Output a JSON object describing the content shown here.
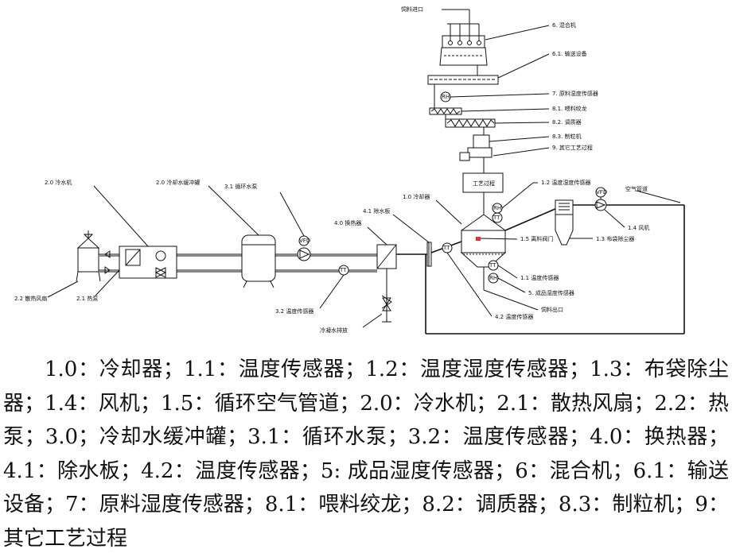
{
  "labels": {
    "feed_inlet": "饲料进口",
    "mixer": "6. 混合机",
    "conveyor": "6.1. 输送设备",
    "raw_sensor": "7. 原料湿度传感器",
    "feed_auger": "8.1. 喂料绞龙",
    "conditioner": "8.2. 调质器",
    "pellet_mill": "8.3. 制粒机",
    "other_process": "9. 其它工艺过程",
    "process_box": "工艺过程",
    "temp_hum_sensor": "1.2 温度湿度传感器",
    "air_duct": "空气管道",
    "fan": "1.4 风机",
    "bag_filter": "1.3 布袋除尘器",
    "feed_valve": "1.5 离料阀门",
    "cooler": "1.0 冷却器",
    "water_plate": "4.1 除水板",
    "heat_exchanger": "4.0 换热器",
    "pump": "3.1 循环水泵",
    "buffer_tank": "2.0 冷却水缓冲罐",
    "chiller": "2.0 冷水机",
    "radiator_fan": "2.2 散热风扇",
    "heat_pump": "2.1 热泵",
    "temp_sensor_32": "3.2 温度传感器",
    "drain": "冷凝水排放",
    "temp_sensor_42": "4.2 温度传感器",
    "temp_sensor_11": "1.1 温度传感器",
    "product_sensor": "5. 成品湿度传感器",
    "feed_outlet": "饲料出口"
  },
  "tags": {
    "rh": "RH",
    "rh_temp": "RH",
    "t": "TT",
    "vfd": "VFD"
  },
  "caption": "1.0：冷却器；1.1：温度传感器；1.2：温度湿度传感器；1.3：布袋除尘器；1.4：风机；1.5：循环空气管道；2.0：冷水机；2.1：散热风扇；2.2：热泵；3.0；冷却水缓冲罐；3.1：循环水泵；3.2：温度传感器；4.0：换热器；4.1：除水板；4.2：温度传感器；5: 成品湿度传感器；6：混合机；6.1：输送设备；7：原料湿度传感器；8.1：喂料绞龙；8.2：调质器；8.3：制粒机；9：其它工艺过程"
}
